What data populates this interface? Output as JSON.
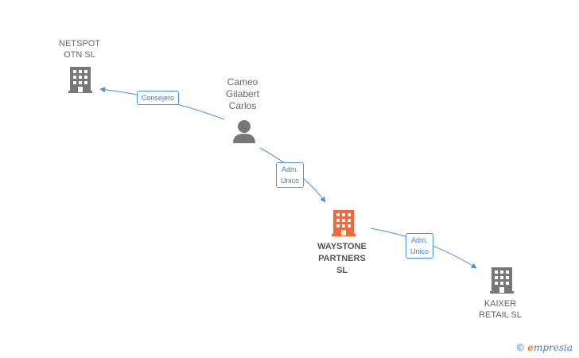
{
  "nodes": {
    "netspot": {
      "label": "NETSPOT\nOTN  SL",
      "type": "company",
      "color": "#777777"
    },
    "cameo": {
      "label": "Cameo\nGilabert\nCarlos",
      "type": "person",
      "color": "#777777"
    },
    "waystone": {
      "label": "WAYSTONE\nPARTNERS\nSL",
      "type": "company",
      "color": "#f26a3c"
    },
    "kaixer": {
      "label": "KAIXER\nRETAIL  SL",
      "type": "company",
      "color": "#777777"
    }
  },
  "edges": [
    {
      "from": "cameo",
      "to": "netspot",
      "label": "Consejero"
    },
    {
      "from": "cameo",
      "to": "waystone",
      "label": "Adm.\nUnico"
    },
    {
      "from": "waystone",
      "to": "kaixer",
      "label": "Adm.\nUnico"
    }
  ],
  "colors": {
    "edge": "#4a90e2",
    "building": "#777777",
    "highlight": "#f26a3c"
  },
  "brand": {
    "copyright": "©",
    "name_first": "e",
    "name_rest": "mpresia"
  }
}
